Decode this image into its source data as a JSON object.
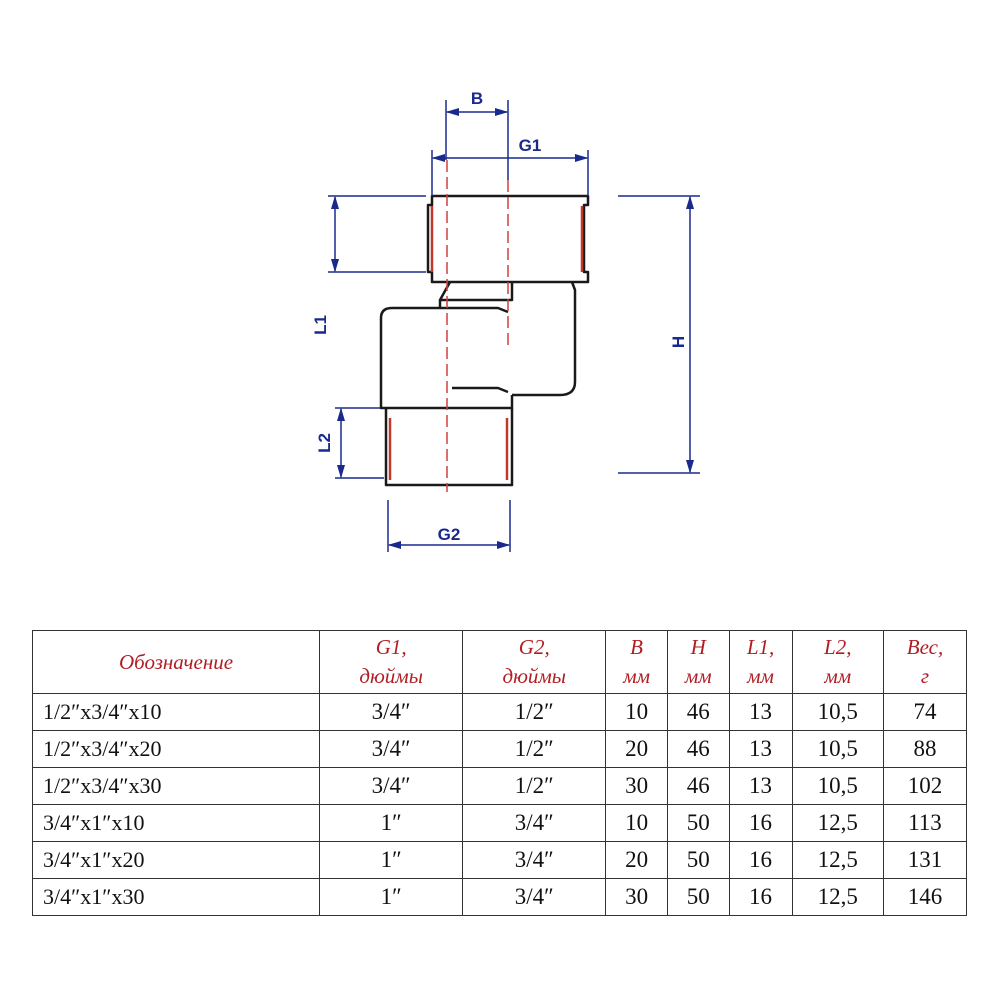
{
  "diagram": {
    "labels": {
      "B": "B",
      "G1": "G1",
      "G2": "G2",
      "H": "H",
      "L1": "L1",
      "L2": "L2"
    },
    "colors": {
      "outline": "#1a1a1a",
      "dimension": "#1a2a8c",
      "thread": "#c0392b",
      "axis": "#d04040"
    }
  },
  "table": {
    "headers": [
      [
        "Обозначение"
      ],
      [
        "G1,",
        "дюймы"
      ],
      [
        "G2,",
        "дюймы"
      ],
      [
        "B",
        "мм"
      ],
      [
        "H",
        "мм"
      ],
      [
        "L1,",
        "мм"
      ],
      [
        "L2,",
        "мм"
      ],
      [
        "Вес,",
        "г"
      ]
    ],
    "rows": [
      [
        "1/2″x3/4″x10",
        "3/4″",
        "1/2″",
        "10",
        "46",
        "13",
        "10,5",
        "74"
      ],
      [
        "1/2″x3/4″x20",
        "3/4″",
        "1/2″",
        "20",
        "46",
        "13",
        "10,5",
        "88"
      ],
      [
        "1/2″x3/4″x30",
        "3/4″",
        "1/2″",
        "30",
        "46",
        "13",
        "10,5",
        "102"
      ],
      [
        "3/4″x1″x10",
        "1″",
        "3/4″",
        "10",
        "50",
        "16",
        "12,5",
        "113"
      ],
      [
        "3/4″x1″x20",
        "1″",
        "3/4″",
        "20",
        "50",
        "16",
        "12,5",
        "131"
      ],
      [
        "3/4″x1″x30",
        "1″",
        "3/4″",
        "30",
        "50",
        "16",
        "12,5",
        "146"
      ]
    ]
  }
}
